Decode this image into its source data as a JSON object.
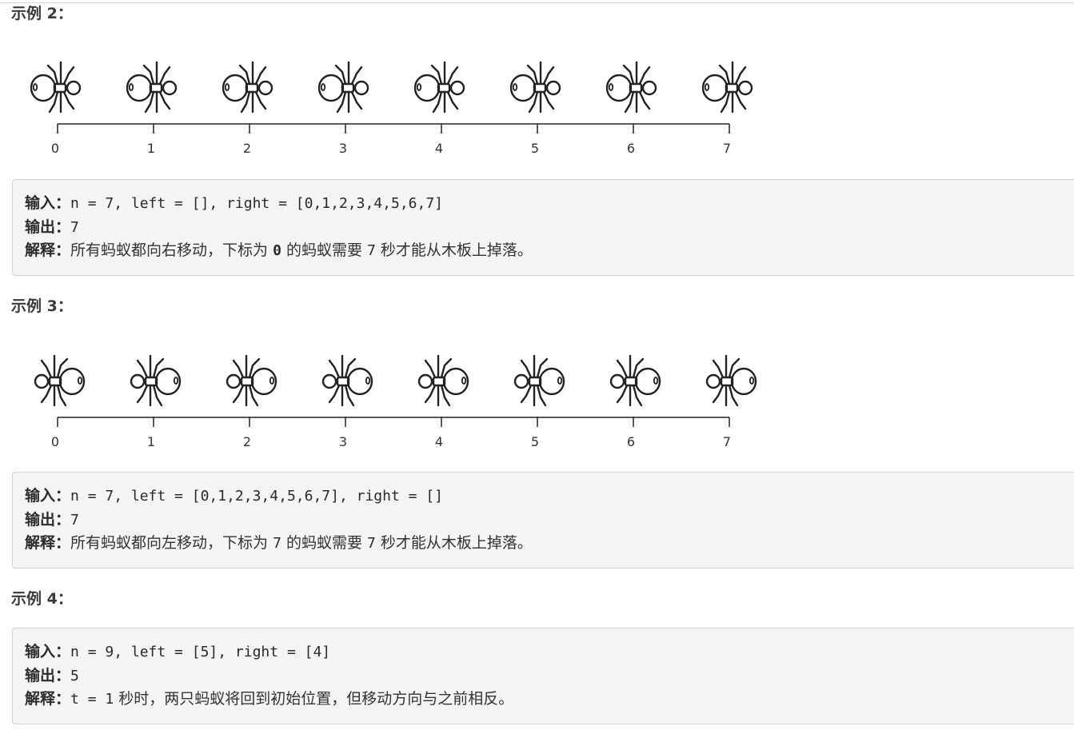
{
  "examples": [
    {
      "heading": "示例 2：",
      "ant_direction": "right",
      "positions": [
        "0",
        "1",
        "2",
        "3",
        "4",
        "5",
        "6",
        "7"
      ],
      "input_label": "输入：",
      "input_value": "n = 7, left = [], right = [0,1,2,3,4,5,6,7]",
      "output_label": "输出：",
      "output_value": "7",
      "explain_label": "解释：",
      "explain_part1": "所有蚂蚁都向右移动，下标为 ",
      "explain_code1": "0",
      "explain_part2": " 的蚂蚁需要 ",
      "explain_code2": "7",
      "explain_part3": " 秒才能从木板上掉落。"
    },
    {
      "heading": "示例 3：",
      "ant_direction": "left",
      "positions": [
        "0",
        "1",
        "2",
        "3",
        "4",
        "5",
        "6",
        "7"
      ],
      "input_label": "输入：",
      "input_value": "n = 7, left = [0,1,2,3,4,5,6,7], right = []",
      "output_label": "输出：",
      "output_value": "7",
      "explain_label": "解释：",
      "explain_part1": "所有蚂蚁都向左移动，下标为 ",
      "explain_code1": "7",
      "explain_part2": " 的蚂蚁需要 ",
      "explain_code2": "7",
      "explain_part3": " 秒才能从木板上掉落。"
    },
    {
      "heading": "示例 4：",
      "input_label": "输入：",
      "input_value": "n = 9, left = [5], right = [4]",
      "output_label": "输出：",
      "output_value": "5",
      "explain_label": "解释：",
      "explain_code0": "t = 1",
      "explain_part1": " 秒时，两只蚂蚁将回到初始位置，但移动方向与之前相反。"
    }
  ],
  "icons": {
    "ant": "ant-icon"
  }
}
